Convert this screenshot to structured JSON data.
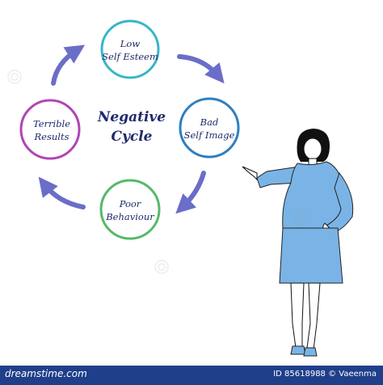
{
  "diagram": {
    "center": [
      "Negative",
      "Cycle"
    ],
    "nodes": [
      {
        "id": "low-self-esteem",
        "lines": [
          "Low",
          "Self Esteem"
        ],
        "color": "#37b5c9"
      },
      {
        "id": "bad-self-image",
        "lines": [
          "Bad",
          "Self Image"
        ],
        "color": "#2d7fc1"
      },
      {
        "id": "poor-behaviour",
        "lines": [
          "Poor",
          "Behaviour"
        ],
        "color": "#56b96a"
      },
      {
        "id": "terrible-results",
        "lines": [
          "Terrible",
          "Results"
        ],
        "color": "#b045b5"
      }
    ],
    "arrow_color": "#6a6ec8",
    "figure": {
      "dress_color": "#7ab4e6",
      "hair_color": "#111111"
    }
  },
  "watermark": {
    "site": "dreamstime.com",
    "id_text": "ID 85618988",
    "author": "© Vaeenma"
  }
}
